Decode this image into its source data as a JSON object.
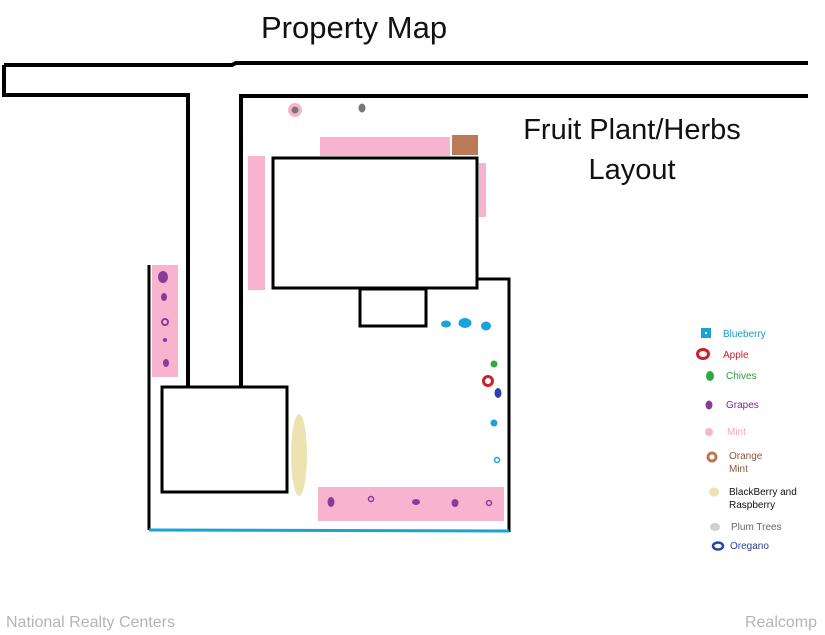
{
  "title": "Property Map",
  "subtitle_line1": "Fruit Plant/Herbs",
  "subtitle_line2": "Layout",
  "legend": [
    {
      "key": "blueberry",
      "label": "Blueberry",
      "label_color": "#1a9bc7",
      "color": "#1aa3d8"
    },
    {
      "key": "apple",
      "label": "Apple",
      "label_color": "#c8232c",
      "color": "#c8232c"
    },
    {
      "key": "chives",
      "label": "Chives",
      "label_color": "#2f9c3a",
      "color": "#2faa3c"
    },
    {
      "key": "grapes",
      "label": "Grapes",
      "label_color": "#7a2a8c",
      "color": "#8a3a9a"
    },
    {
      "key": "mint",
      "label": "Mint",
      "label_color": "#f2a6c4",
      "color": "#f8b4cf"
    },
    {
      "key": "orange_mint",
      "label": "Orange Mint",
      "label_color": "#8a5a3c",
      "color": "#b97a55"
    },
    {
      "key": "blackberry_raspberry",
      "label": "BlackBerry and Raspberry",
      "label_color": "#111111",
      "color": "#ede3b0"
    },
    {
      "key": "plum_trees",
      "label": "Plum Trees",
      "label_color": "#666666",
      "color": "#bdbdbd"
    },
    {
      "key": "oregano",
      "label": "Oregano",
      "label_color": "#2c3ea0",
      "color": "#3040b0"
    }
  ],
  "colors": {
    "line": "#000000",
    "border_blue": "#1aa3d8",
    "mint_bed": "#f8b4cf",
    "orange_mint_bed": "#b97a55",
    "berry_bed": "#ede3b0",
    "plum": "#777777"
  },
  "watermark_left": "National Realty Centers",
  "watermark_right": "Realcomp"
}
